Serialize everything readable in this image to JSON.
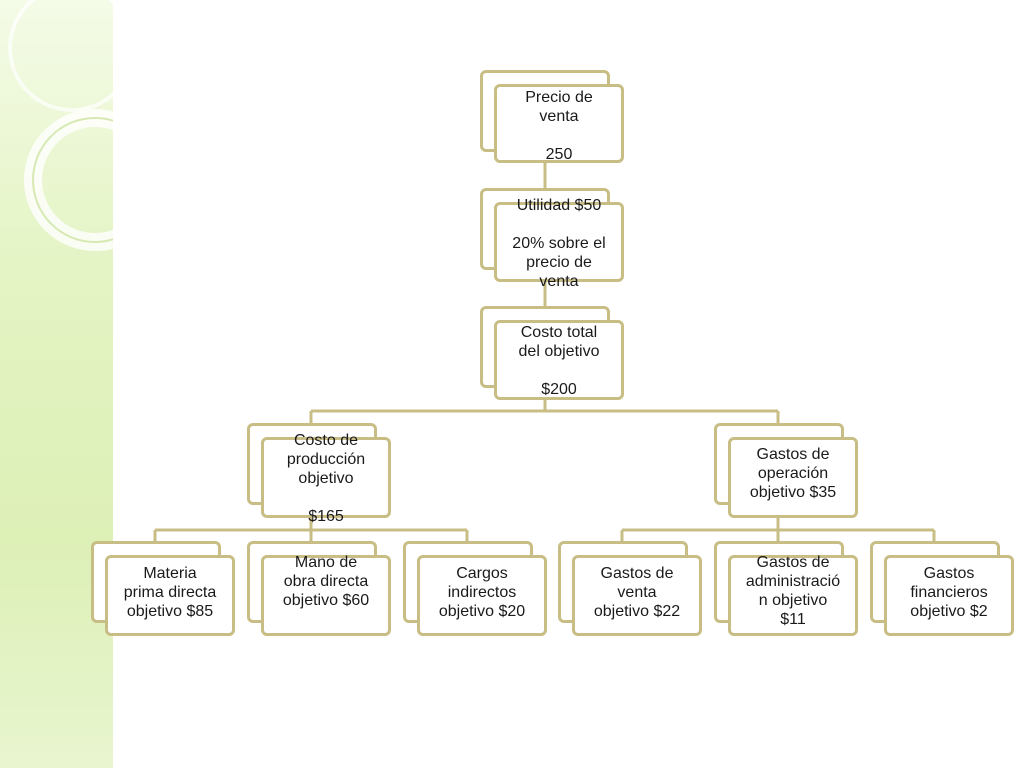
{
  "colors": {
    "border": "#c8bd84",
    "connector": "#c8bd84",
    "text": "#1a1a1a",
    "side_band": "#e4f4c4"
  },
  "nodes": {
    "precio_venta": {
      "lines": [
        "Precio de",
        "venta",
        "",
        "250"
      ]
    },
    "utilidad": {
      "lines": [
        "Utilidad $50",
        "",
        "20% sobre el",
        "precio de",
        "venta"
      ]
    },
    "costo_total": {
      "lines": [
        "Costo total",
        "del objetivo",
        "",
        "$200"
      ]
    },
    "costo_produccion": {
      "lines": [
        "Costo de",
        "producción",
        "objetivo",
        "",
        "$165"
      ]
    },
    "gastos_operacion": {
      "lines": [
        "Gastos de",
        "operación",
        "objetivo $35"
      ]
    },
    "materia_prima": {
      "lines": [
        "Materia",
        "prima directa",
        "objetivo $85"
      ]
    },
    "mano_obra": {
      "lines": [
        "Mano de",
        "obra directa",
        "objetivo $60"
      ]
    },
    "cargos_indirectos": {
      "lines": [
        "Cargos",
        "indirectos",
        "objetivo $20"
      ]
    },
    "gastos_venta": {
      "lines": [
        "Gastos de",
        "venta",
        "objetivo $22"
      ]
    },
    "gastos_administracion": {
      "lines": [
        "Gastos de",
        "administració",
        "n objetivo",
        "$11"
      ]
    },
    "gastos_financieros": {
      "lines": [
        "Gastos",
        "financieros",
        "objetivo $2"
      ]
    }
  }
}
